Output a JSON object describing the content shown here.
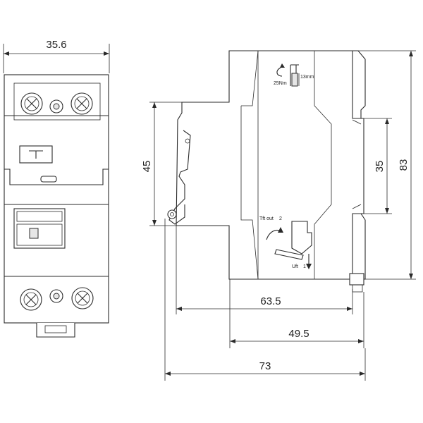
{
  "dimensions": {
    "front_width": "35.6",
    "height_45": "45",
    "height_35": "35",
    "height_83": "83",
    "depth_63_5": "63.5",
    "depth_49_5": "49.5",
    "depth_73": "73"
  },
  "annotations": {
    "torque": "25Nm",
    "strip_length": "13mm",
    "trip_out": "Tft out",
    "trip_out_num": "2",
    "lift": "Uft",
    "lift_num": "1"
  },
  "icons": {
    "front_button": "test-button-t-icon",
    "terminal_screw": "terminal-screw-icon"
  }
}
